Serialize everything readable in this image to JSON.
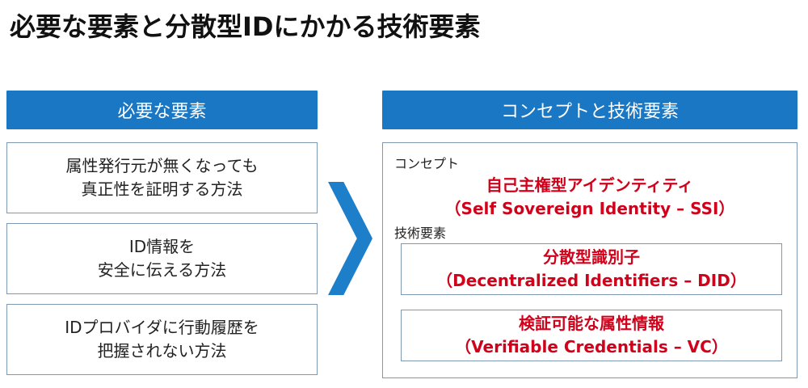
{
  "title": "必要な要素と分散型IDにかかる技術要素",
  "left": {
    "header": "必要な要素",
    "items": [
      {
        "line1": "属性発行元が無くなっても",
        "line2": "真正性を証明する方法"
      },
      {
        "line1": "ID情報を",
        "line2": "安全に伝える方法"
      },
      {
        "line1": "IDプロバイダに行動履歴を",
        "line2": "把握されない方法"
      }
    ]
  },
  "right": {
    "header": "コンセプトと技術要素",
    "concept_label": "コンセプト",
    "concept": {
      "jp": "自己主権型アイデンティティ",
      "en": "（Self Sovereign Identity – SSI）"
    },
    "tech_label": "技術要素",
    "tech": [
      {
        "jp": "分散型識別子",
        "en": "（Decentralized Identifiers – DID）"
      },
      {
        "jp": "検証可能な属性情報",
        "en": "（Verifiable Credentials – VC）"
      }
    ]
  },
  "colors": {
    "header_bg": "#1a77c4",
    "accent_red": "#d0021b",
    "border": "#7d98b0"
  }
}
